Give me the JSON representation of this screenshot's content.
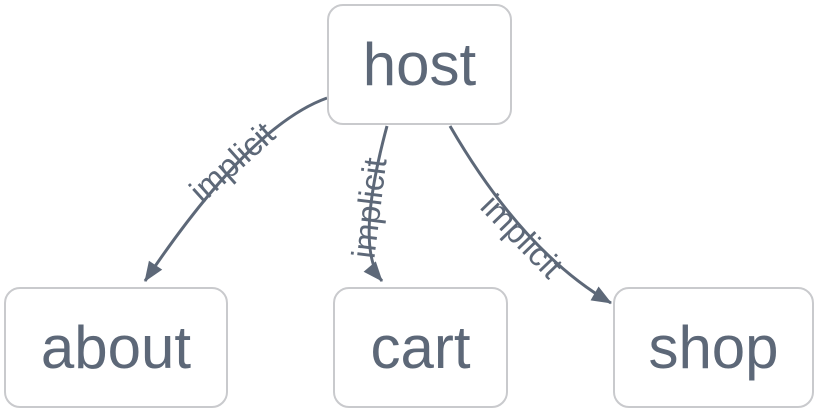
{
  "diagram": {
    "type": "graph",
    "background_color": "#ffffff",
    "node_fill_color": "#ffffff",
    "node_border_color": "#c9cacd",
    "text_color": "#5d6878",
    "edge_color": "#5d6878",
    "nodes": [
      {
        "id": "host",
        "label": "host"
      },
      {
        "id": "about",
        "label": "about"
      },
      {
        "id": "cart",
        "label": "cart"
      },
      {
        "id": "shop",
        "label": "shop"
      }
    ],
    "edges": [
      {
        "from": "host",
        "to": "about",
        "label": "implicit"
      },
      {
        "from": "host",
        "to": "cart",
        "label": "implicit"
      },
      {
        "from": "host",
        "to": "shop",
        "label": "implicit"
      }
    ]
  }
}
